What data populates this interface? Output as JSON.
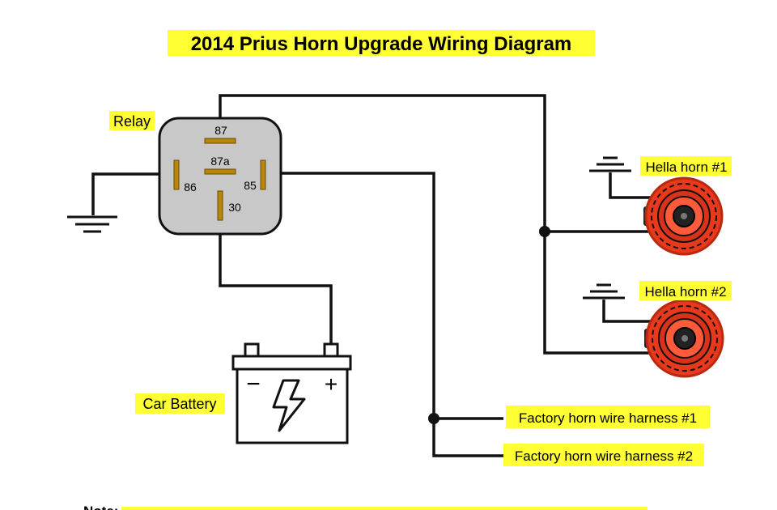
{
  "title": "2014 Prius Horn Upgrade Wiring Diagram",
  "labels": {
    "relay": "Relay",
    "battery": "Car Battery",
    "horn1": "Hella horn #1",
    "horn2": "Hella horn #2",
    "harness1": "Factory horn wire harness #1",
    "harness2": "Factory horn wire harness #2",
    "note": "Note:"
  },
  "relay_pins": {
    "p87": "87",
    "p87a": "87a",
    "p86": "86",
    "p85": "85",
    "p30": "30"
  },
  "battery_terminals": {
    "negative": "−",
    "positive": "+"
  },
  "colors": {
    "highlight": "#ffff33",
    "wire": "#111111",
    "relay_fill": "#c8c8c8",
    "pin_copper": "#b8860b",
    "horn_red": "#e8391c"
  }
}
